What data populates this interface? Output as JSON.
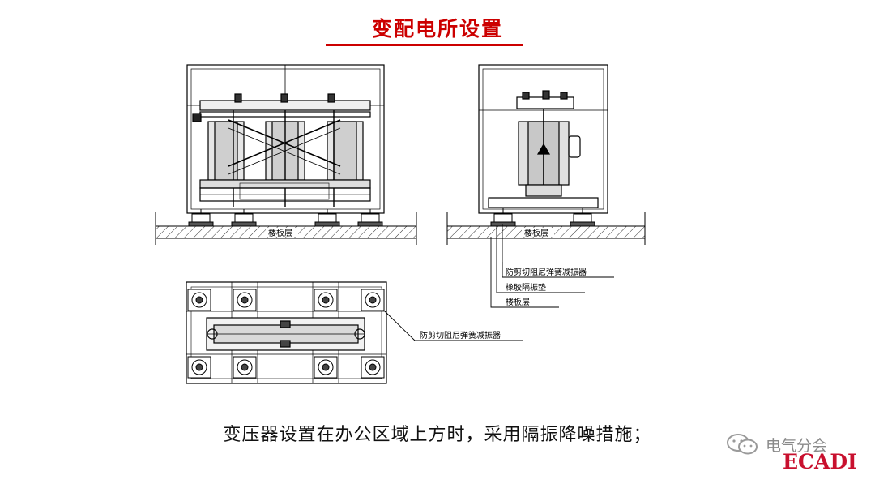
{
  "slide": {
    "title": "变配电所设置",
    "caption": "变压器设置在办公区域上方时，采用隔振降噪措施；"
  },
  "diagram": {
    "floor_label_left": "楼板层",
    "floor_label_right": "楼板层",
    "callout_damper": "防剪切阻尼弹簧减振器",
    "callout_rubber_pad": "橡胶隔振垫",
    "callout_floor": "楼板层",
    "plan_callout_damper": "防剪切阻尼弹簧减振器"
  },
  "watermark": {
    "channel": "电气分会",
    "brand": "ECADI",
    "icon": "wechat-icon"
  },
  "colors": {
    "title": "#cc0000",
    "brand": "#c8102e"
  }
}
